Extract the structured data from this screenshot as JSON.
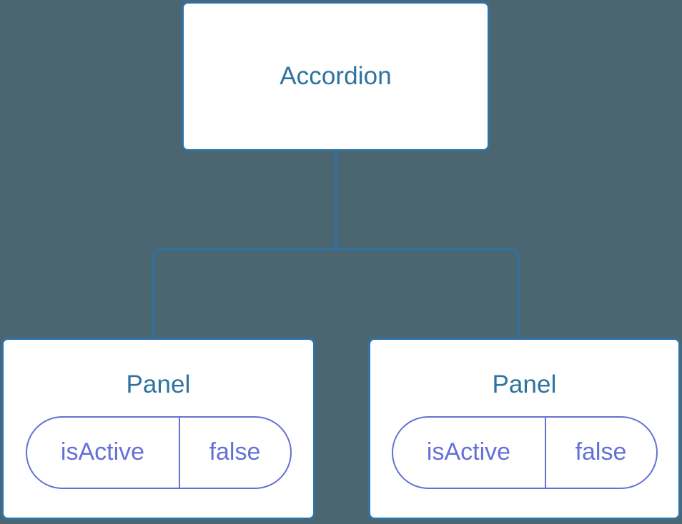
{
  "diagram": {
    "type": "component-tree",
    "background_color": "#4b6671",
    "node_border_color": "#2f72a3",
    "node_title_color": "#2e72a0",
    "node_fill_color": "#ffffff",
    "connector_color": "#2f72a3",
    "badge_color": "#6470d6",
    "root": {
      "id": "accordion",
      "title": "Accordion"
    },
    "children": [
      {
        "id": "panel-0",
        "title": "Panel",
        "state": {
          "key": "isActive",
          "value": "false"
        }
      },
      {
        "id": "panel-1",
        "title": "Panel",
        "state": {
          "key": "isActive",
          "value": "false"
        }
      }
    ],
    "edges": [
      {
        "from": "accordion",
        "to": "panel-0"
      },
      {
        "from": "accordion",
        "to": "panel-1"
      }
    ]
  }
}
